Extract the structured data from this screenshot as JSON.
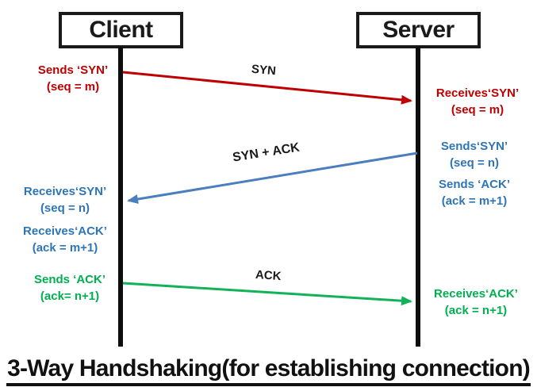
{
  "colors": {
    "red": "#c00000",
    "blue-text": "#2e75b6",
    "blue-arrow": "#4a7ebe",
    "green-text": "#00b050",
    "green-arrow": "#12b259",
    "line-black": "#0d0d0d"
  },
  "actors": [
    {
      "name": "Client"
    },
    {
      "name": "Server"
    }
  ],
  "messages": [
    {
      "label": "SYN",
      "from": "Client",
      "to": "Server",
      "color": "#c00000"
    },
    {
      "label": "SYN + ACK",
      "from": "Server",
      "to": "Client",
      "color": "#4a7ebe"
    },
    {
      "label": "ACK",
      "from": "Client",
      "to": "Server",
      "color": "#12b259"
    }
  ],
  "labels": {
    "left": [
      {
        "lines": [
          "Sends ‘SYN’",
          "(seq = m)"
        ]
      },
      {
        "lines": [
          "Receives‘SYN’",
          "(seq = n)"
        ]
      },
      {
        "lines": [
          "Receives‘ACK’",
          "(ack = m+1)"
        ]
      },
      {
        "lines": [
          "Sends ‘ACK’",
          "(ack= n+1)"
        ]
      }
    ],
    "right": [
      {
        "lines": [
          "Receives‘SYN’",
          "(seq = m)"
        ]
      },
      {
        "lines": [
          "Sends‘SYN’",
          "(seq = n)"
        ]
      },
      {
        "lines": [
          "Sends ‘ACK’",
          "(ack = m+1)"
        ]
      },
      {
        "lines": [
          "Receives‘ACK’",
          "(ack = n+1)"
        ]
      }
    ]
  },
  "title": "3-Way Handshaking(for establishing connection)"
}
